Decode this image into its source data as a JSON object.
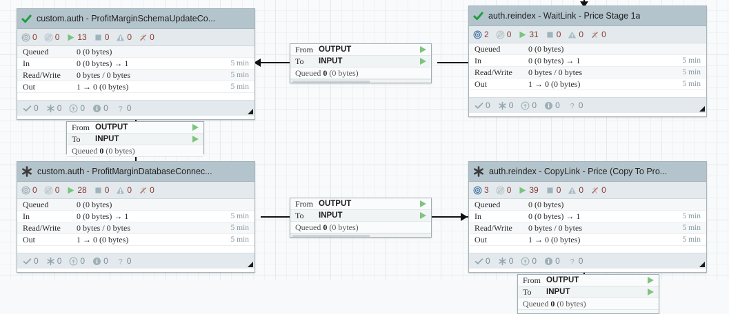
{
  "canvas": {
    "background": "#f7f9fa",
    "grid_color": "#e3eaec"
  },
  "labels": {
    "queued": "Queued",
    "in": "In",
    "read_write": "Read/Write",
    "out": "Out",
    "from": "From",
    "to": "To",
    "conn_queued": "Queued",
    "output": "OUTPUT",
    "input": "INPUT"
  },
  "processors": [
    {
      "id": "proc-schema-update",
      "status_icon": "check-icon",
      "title": "custom.auth - ProfitMarginSchemaUpdateCo...",
      "stats": [
        {
          "icon": "transmitting-icon",
          "value": "0"
        },
        {
          "icon": "not-transmitting-icon",
          "value": "0"
        },
        {
          "icon": "running-icon",
          "value": "13"
        },
        {
          "icon": "stopped-icon",
          "value": "0"
        },
        {
          "icon": "invalid-icon",
          "value": "0"
        },
        {
          "icon": "disabled-icon",
          "value": "0"
        }
      ],
      "rows": [
        {
          "label": "Queued",
          "value": "0 (0 bytes)",
          "time": ""
        },
        {
          "label": "In",
          "value": "0 (0 bytes) → 1",
          "time": "5 min"
        },
        {
          "label": "Read/Write",
          "value": "0 bytes / 0 bytes",
          "time": "5 min"
        },
        {
          "label": "Out",
          "value": "1 → 0 (0 bytes)",
          "time": "5 min"
        }
      ],
      "bulletins": [
        {
          "icon": "check-small-icon",
          "value": "0"
        },
        {
          "icon": "asterisk-icon",
          "value": "0"
        },
        {
          "icon": "up-arrow-circle-icon",
          "value": "0"
        },
        {
          "icon": "info-circle-icon",
          "value": "0"
        },
        {
          "icon": "question-icon",
          "value": "0"
        }
      ]
    },
    {
      "id": "proc-waitlink",
      "status_icon": "check-icon",
      "title": "auth.reindex - WaitLink - Price Stage 1a",
      "stats": [
        {
          "icon": "transmitting-icon",
          "value": "2"
        },
        {
          "icon": "not-transmitting-icon",
          "value": "0"
        },
        {
          "icon": "running-icon",
          "value": "31"
        },
        {
          "icon": "stopped-icon",
          "value": "0"
        },
        {
          "icon": "invalid-icon",
          "value": "0"
        },
        {
          "icon": "disabled-icon",
          "value": "0"
        }
      ],
      "rows": [
        {
          "label": "Queued",
          "value": "0 (0 bytes)",
          "time": ""
        },
        {
          "label": "In",
          "value": "0 (0 bytes) → 1",
          "time": "5 min"
        },
        {
          "label": "Read/Write",
          "value": "0 bytes / 0 bytes",
          "time": "5 min"
        },
        {
          "label": "Out",
          "value": "1 → 0 (0 bytes)",
          "time": "5 min"
        }
      ],
      "bulletins": [
        {
          "icon": "check-small-icon",
          "value": "0"
        },
        {
          "icon": "asterisk-icon",
          "value": "0"
        },
        {
          "icon": "up-arrow-circle-icon",
          "value": "0"
        },
        {
          "icon": "info-circle-icon",
          "value": "0"
        },
        {
          "icon": "question-icon",
          "value": "0"
        }
      ]
    },
    {
      "id": "proc-db-connect",
      "status_icon": "asterisk-status-icon",
      "title": "custom.auth - ProfitMarginDatabaseConnec...",
      "stats": [
        {
          "icon": "transmitting-icon",
          "value": "0"
        },
        {
          "icon": "not-transmitting-icon",
          "value": "0"
        },
        {
          "icon": "running-icon",
          "value": "28"
        },
        {
          "icon": "stopped-icon",
          "value": "0"
        },
        {
          "icon": "invalid-icon",
          "value": "0"
        },
        {
          "icon": "disabled-icon",
          "value": "0"
        }
      ],
      "rows": [
        {
          "label": "Queued",
          "value": "0 (0 bytes)",
          "time": ""
        },
        {
          "label": "In",
          "value": "0 (0 bytes) → 1",
          "time": "5 min"
        },
        {
          "label": "Read/Write",
          "value": "0 bytes / 0 bytes",
          "time": "5 min"
        },
        {
          "label": "Out",
          "value": "1 → 0 (0 bytes)",
          "time": "5 min"
        }
      ],
      "bulletins": [
        {
          "icon": "check-small-icon",
          "value": "0"
        },
        {
          "icon": "asterisk-icon",
          "value": "0"
        },
        {
          "icon": "up-arrow-circle-icon",
          "value": "0"
        },
        {
          "icon": "info-circle-icon",
          "value": "0"
        },
        {
          "icon": "question-icon",
          "value": "0"
        }
      ]
    },
    {
      "id": "proc-copylink",
      "status_icon": "asterisk-status-icon",
      "title": "auth.reindex - CopyLink - Price (Copy To Pro...",
      "stats": [
        {
          "icon": "transmitting-icon",
          "value": "3"
        },
        {
          "icon": "not-transmitting-icon",
          "value": "0"
        },
        {
          "icon": "running-icon",
          "value": "39"
        },
        {
          "icon": "stopped-icon",
          "value": "0"
        },
        {
          "icon": "invalid-icon",
          "value": "0"
        },
        {
          "icon": "disabled-icon",
          "value": "0"
        }
      ],
      "rows": [
        {
          "label": "Queued",
          "value": "0 (0 bytes)",
          "time": ""
        },
        {
          "label": "In",
          "value": "0 (0 bytes) → 1",
          "time": "5 min"
        },
        {
          "label": "Read/Write",
          "value": "0 bytes / 0 bytes",
          "time": "5 min"
        },
        {
          "label": "Out",
          "value": "1 → 0 (0 bytes)",
          "time": "5 min"
        }
      ],
      "bulletins": [
        {
          "icon": "check-small-icon",
          "value": "0"
        },
        {
          "icon": "asterisk-icon",
          "value": "0"
        },
        {
          "icon": "up-arrow-circle-icon",
          "value": "0"
        },
        {
          "icon": "info-circle-icon",
          "value": "0"
        },
        {
          "icon": "question-icon",
          "value": "0"
        }
      ]
    }
  ],
  "connections": [
    {
      "id": "conn-top-middle",
      "from_label": "From",
      "from_value": "OUTPUT",
      "to_label": "To",
      "to_value": "INPUT",
      "queued_label": "Queued",
      "queued_value": "0",
      "queued_size": "(0 bytes)"
    },
    {
      "id": "conn-left-lower",
      "from_label": "From",
      "from_value": "OUTPUT",
      "to_label": "To",
      "to_value": "INPUT",
      "queued_label": "Queued",
      "queued_value": "0",
      "queued_size": "(0 bytes)"
    },
    {
      "id": "conn-bottom-middle",
      "from_label": "From",
      "from_value": "OUTPUT",
      "to_label": "To",
      "to_value": "INPUT",
      "queued_label": "Queued",
      "queued_value": "0",
      "queued_size": "(0 bytes)"
    },
    {
      "id": "conn-bottom-right",
      "from_label": "From",
      "from_value": "OUTPUT",
      "to_label": "To",
      "to_value": "INPUT",
      "queued_label": "Queued",
      "queued_value": "0",
      "queued_size": "(0 bytes)"
    }
  ]
}
